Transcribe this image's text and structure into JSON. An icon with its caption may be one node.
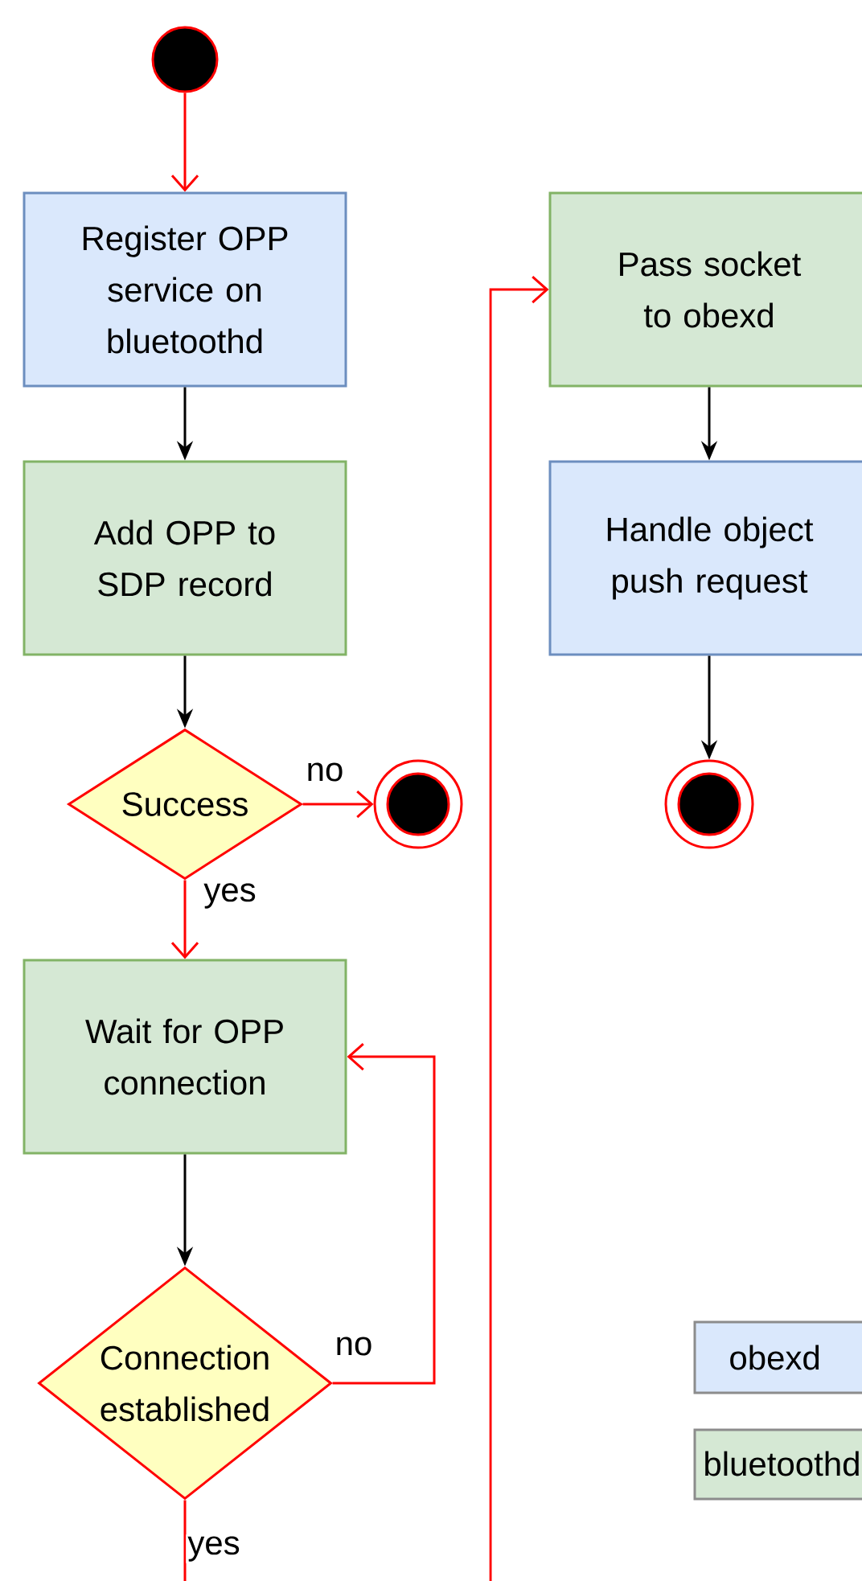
{
  "diagram": {
    "nodes": [
      {
        "text": [],
        "shape": "circle"
      },
      {
        "text": [
          "Register OPP service on bluetoothd"
        ]
      },
      {
        "text": [
          "Add OPP to SDP record"
        ]
      },
      {
        "text": [
          "Success"
        ]
      },
      {
        "text": [],
        "shape": "circle"
      },
      {
        "text": [
          "Wait for OPP connection"
        ]
      },
      {
        "text": [
          "Connection established"
        ]
      },
      {
        "text": [
          "Pass socket to obexd"
        ]
      },
      {
        "text": [
          "Handle object push request"
        ]
      },
      {
        "text": [],
        "shape": "circle"
      }
    ],
    "edges": [
      {
        "from": 0,
        "to": 1,
        "arrow": "to"
      },
      {
        "from": 1,
        "to": 2,
        "arrow": "to",
        "color": "#000000"
      },
      {
        "from": 2,
        "to": 3,
        "arrow": "to",
        "color": "#000000"
      },
      {
        "from": 3,
        "to": 4,
        "arrow": "to",
        "label": "no"
      },
      {
        "from": 3,
        "to": 5,
        "arrow": "to",
        "label": "yes"
      },
      {
        "from": 5,
        "to": 6,
        "arrow": "to",
        "color": "#000000"
      },
      {
        "from": 6,
        "to": 5,
        "arrow": "to",
        "label": "no"
      },
      {
        "from": 6,
        "to": null,
        "arrow": "none",
        "label": "yes"
      },
      {
        "from": null,
        "to": 7,
        "arrow": "to"
      },
      {
        "from": 7,
        "to": 8,
        "arrow": "to",
        "color": "#000000"
      },
      {
        "from": 8,
        "to": 9,
        "arrow": "to",
        "color": "#000000"
      }
    ],
    "legend": [
      {
        "text": "obexd",
        "color": "#dae8fc"
      },
      {
        "text": "bluetoothd",
        "color": "#d5e8d4"
      }
    ]
  }
}
